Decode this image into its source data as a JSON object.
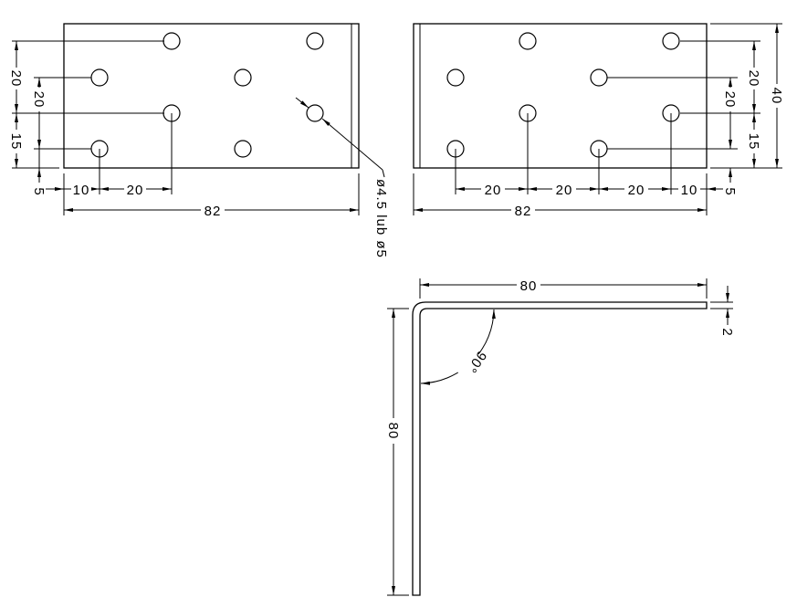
{
  "drawing": {
    "left_plate": {
      "dims": {
        "v_20_outer": "20",
        "v_15_outer": "15",
        "v_20_inner": "20",
        "v_5": "5",
        "h_10": "10",
        "h_20": "20",
        "h_82": "82"
      },
      "hole_note": "ø4.5 lub ø5"
    },
    "right_plate": {
      "dims": {
        "v_20_outer": "20",
        "v_15_outer": "15",
        "v_20_inner": "20",
        "v_5": "5",
        "v_40": "40",
        "h_20_a": "20",
        "h_20_b": "20",
        "h_20_c": "20",
        "h_10": "10",
        "h_82": "82"
      }
    },
    "side_view": {
      "dims": {
        "top_80": "80",
        "left_80": "80",
        "thickness_2": "2",
        "angle": "90°"
      }
    }
  }
}
